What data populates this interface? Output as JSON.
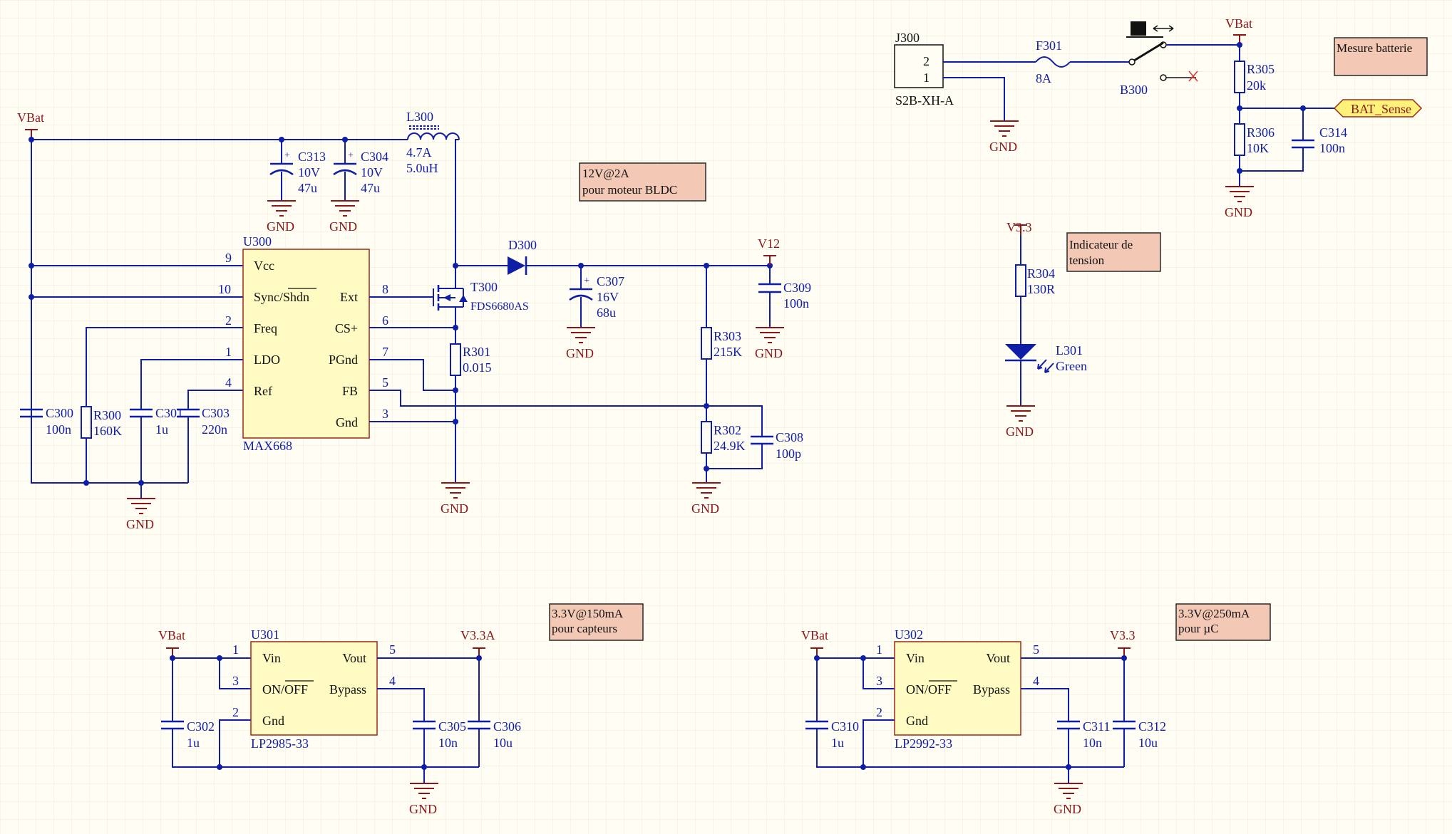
{
  "notes": {
    "bldc": [
      "12V@2A",
      "pour moteur BLDC"
    ],
    "batt": [
      "Mesure batterie"
    ],
    "ind": [
      "Indicateur de",
      "tension"
    ],
    "cap": [
      "3.3V@150mA",
      "pour capteurs"
    ],
    "uc": [
      "3.3V@250mA",
      "pour µC"
    ]
  },
  "nets": {
    "vbat": "VBat",
    "v12": "V12",
    "v33": "V3.3",
    "v33a": "V3.3A",
    "gnd": "GND",
    "bat_sense": "BAT_Sense"
  },
  "u300": {
    "ref": "U300",
    "part": "MAX668",
    "pins": {
      "vcc": "Vcc",
      "sync": "Sync/Shdn",
      "freq": "Freq",
      "ldo": "LDO",
      "ref": "Ref",
      "ext": "Ext",
      "cs": "CS+",
      "pgnd": "PGnd",
      "fb": "FB",
      "gnd": "Gnd"
    },
    "pin_numbers": {
      "vcc": "9",
      "sync": "10",
      "freq": "2",
      "ldo": "1",
      "ref": "4",
      "ext": "8",
      "cs": "6",
      "pgnd": "7",
      "fb": "5",
      "gnd": "3"
    }
  },
  "u301": {
    "ref": "U301",
    "part": "LP2985-33",
    "pins": {
      "vin": "Vin",
      "onoff": "ON/OFF",
      "gnd": "Gnd",
      "vout": "Vout",
      "bypass": "Bypass"
    },
    "pin_numbers": {
      "vin": "1",
      "onoff": "3",
      "gnd": "2",
      "vout": "5",
      "bypass": "4"
    }
  },
  "u302": {
    "ref": "U302",
    "part": "LP2992-33",
    "pins": {
      "vin": "Vin",
      "onoff": "ON/OFF",
      "gnd": "Gnd",
      "vout": "Vout",
      "bypass": "Bypass"
    },
    "pin_numbers": {
      "vin": "1",
      "onoff": "3",
      "gnd": "2",
      "vout": "5",
      "bypass": "4"
    }
  },
  "l300": {
    "ref": "L300",
    "values": [
      "4.7A",
      "5.0uH"
    ]
  },
  "c313": {
    "ref": "C313",
    "values": [
      "10V",
      "47u"
    ]
  },
  "c304": {
    "ref": "C304",
    "values": [
      "10V",
      "47u"
    ]
  },
  "t300": {
    "ref": "T300",
    "part": "FDS6680AS"
  },
  "d300": {
    "ref": "D300"
  },
  "c307": {
    "ref": "C307",
    "values": [
      "16V",
      "68u"
    ]
  },
  "c309": {
    "ref": "C309",
    "value": "100n"
  },
  "r301": {
    "ref": "R301",
    "value": "0.015"
  },
  "r303": {
    "ref": "R303",
    "value": "215K"
  },
  "r302": {
    "ref": "R302",
    "value": "24.9K"
  },
  "c308": {
    "ref": "C308",
    "value": "100p"
  },
  "c300": {
    "ref": "C300",
    "value": "100n"
  },
  "r300": {
    "ref": "R300",
    "value": "160K"
  },
  "c301": {
    "ref": "C301",
    "value": "1u"
  },
  "c303": {
    "ref": "C303",
    "value": "220n"
  },
  "j300": {
    "ref": "J300",
    "part": "S2B-XH-A",
    "pins": [
      "2",
      "1"
    ]
  },
  "f301": {
    "ref": "F301",
    "value": "8A"
  },
  "b300": {
    "ref": "B300"
  },
  "r305": {
    "ref": "R305",
    "value": "20k"
  },
  "r306": {
    "ref": "R306",
    "value": "10K"
  },
  "c314": {
    "ref": "C314",
    "value": "100n"
  },
  "r304": {
    "ref": "R304",
    "value": "130R"
  },
  "l301": {
    "ref": "L301",
    "value": "Green"
  },
  "c302": {
    "ref": "C302",
    "value": "1u"
  },
  "c305": {
    "ref": "C305",
    "value": "10n"
  },
  "c306": {
    "ref": "C306",
    "value": "10u"
  },
  "c310": {
    "ref": "C310",
    "value": "1u"
  },
  "c311": {
    "ref": "C311",
    "value": "10n"
  },
  "c312": {
    "ref": "C312",
    "value": "10u"
  }
}
